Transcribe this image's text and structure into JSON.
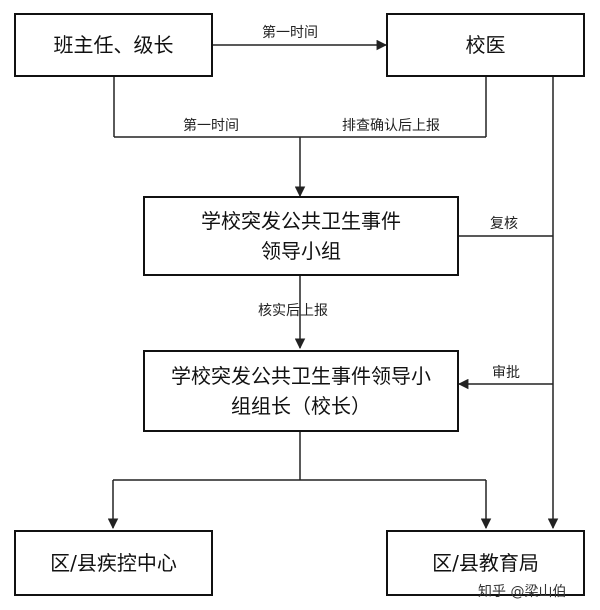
{
  "nodes": {
    "headteacher": "班主任、级长",
    "school_doctor": "校医",
    "leading_group": [
      "学校突发公共卫生事件",
      "领导小组"
    ],
    "group_leader": [
      "学校突发公共卫生事件领导小",
      "组组长（校长）"
    ],
    "cdc": "区/县疾控中心",
    "education_bureau": "区/县教育局"
  },
  "edge_labels": {
    "first_time_top": "第一时间",
    "first_time_mid": "第一时间",
    "check_report": "排查确认后上报",
    "review": "复核",
    "verify_report": "核实后上报",
    "approve": "审批"
  },
  "watermark": "知乎 @梁山伯"
}
